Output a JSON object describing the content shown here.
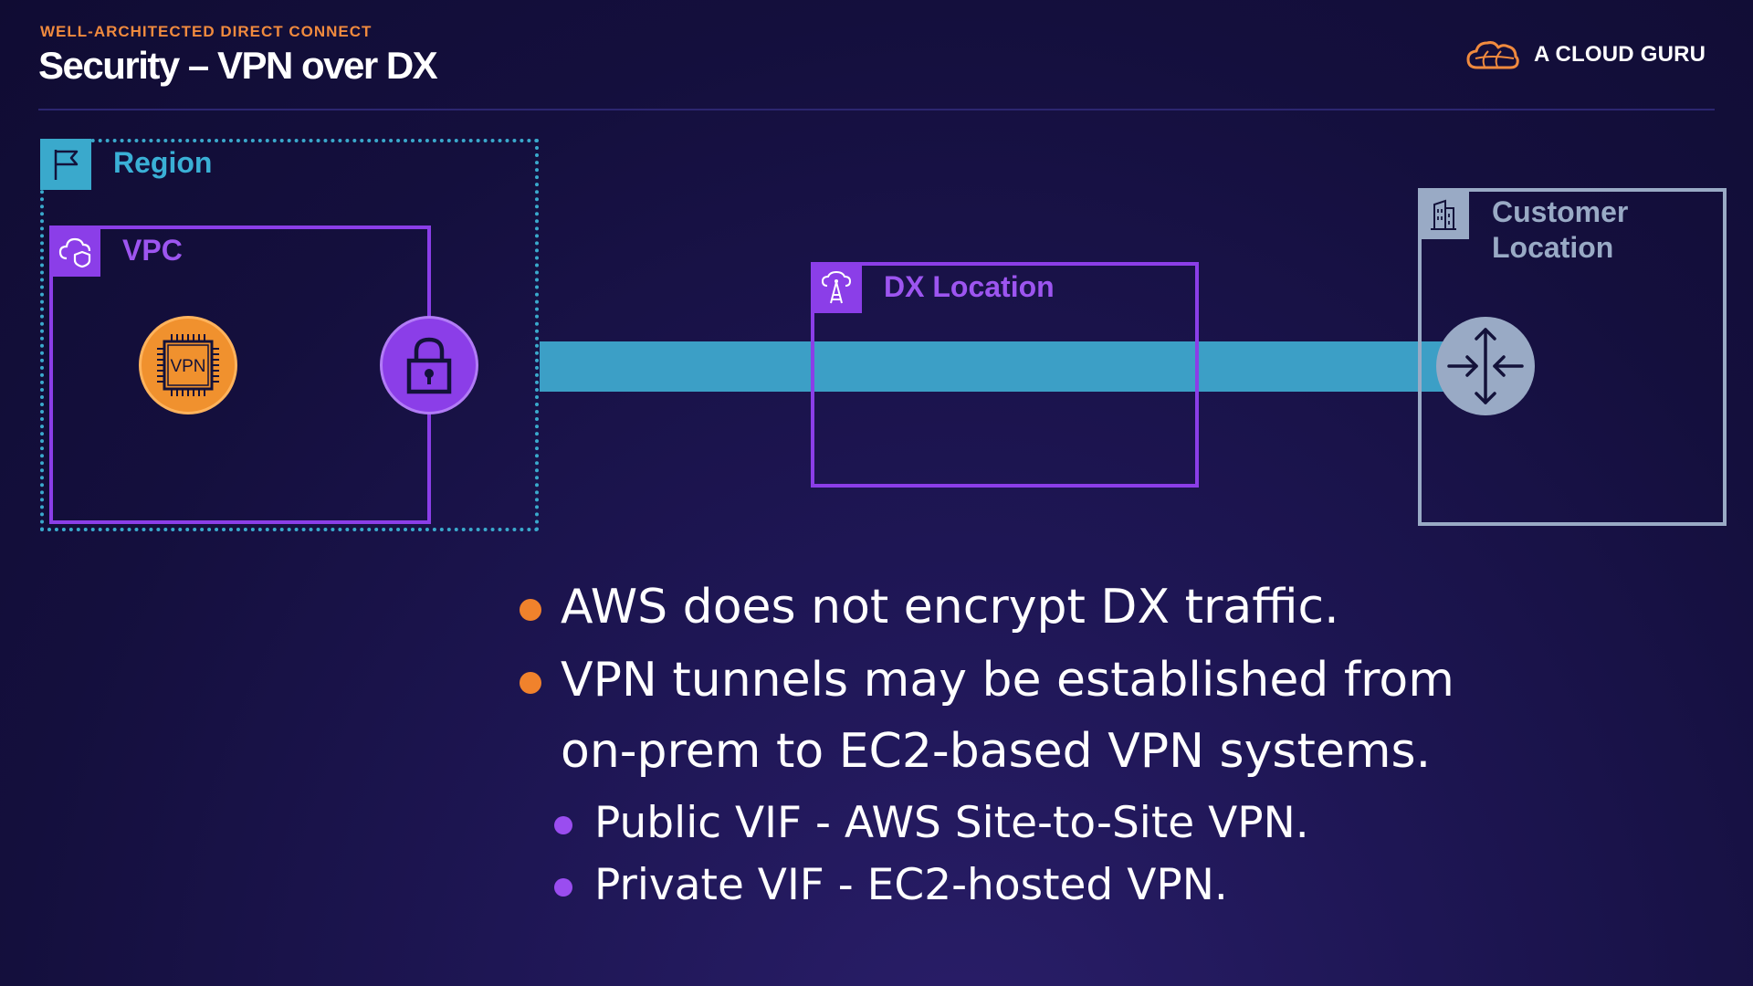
{
  "header": {
    "eyebrow": "WELL-ARCHITECTED DIRECT CONNECT",
    "title": "Security – VPN over DX",
    "brand": "A CLOUD GURU"
  },
  "diagram": {
    "region_label": "Region",
    "vpc_label": "VPC",
    "vpn_icon_text": "VPN",
    "dx_location_label": "DX Location",
    "customer_location_label": "Customer Location"
  },
  "bullets": {
    "b1": "AWS does not encrypt DX traffic.",
    "b2_line1": "VPN tunnels may be established from",
    "b2_line2": "on-prem to EC2-based VPN systems.",
    "sub1": "Public VIF - AWS Site-to-Site VPN.",
    "sub2": "Private VIF - EC2-hosted VPN."
  },
  "colors": {
    "accent_orange": "#f08a3e",
    "region_teal": "#3aa9cc",
    "purple": "#8b3ee8",
    "customer_gray": "#99aac5",
    "link_blue": "#3c9fc6"
  },
  "icons": {
    "region": "flag-icon",
    "vpc": "cloud-shield-icon",
    "vpn": "chip-icon",
    "gateway": "lock-icon",
    "dx": "tower-cloud-icon",
    "customer": "building-icon",
    "router": "router-arrows-icon",
    "brand": "cloud-logo-icon"
  }
}
